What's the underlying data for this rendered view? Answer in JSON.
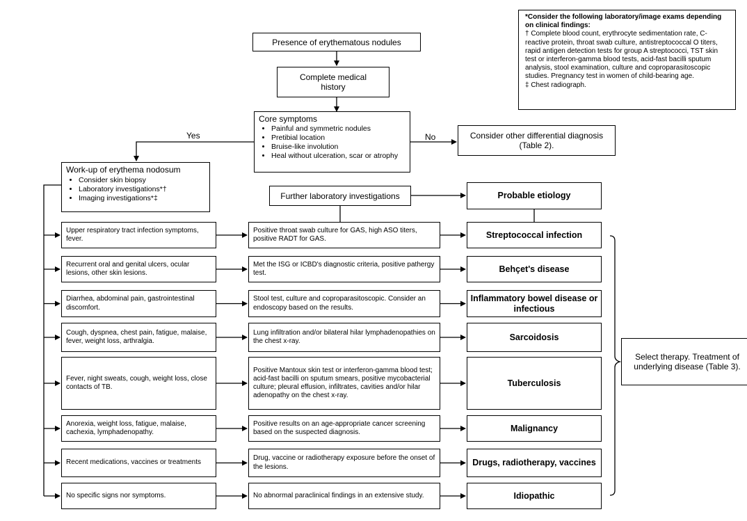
{
  "start": "Presence of erythematous nodules",
  "history": "Complete medical history",
  "core": {
    "title": "Core symptoms",
    "items": [
      "Painful and symmetric nodules",
      "Pretibial location",
      "Bruise-like involution",
      "Heal without ulceration, scar or atrophy"
    ]
  },
  "yes_label": "Yes",
  "no_label": "No",
  "differential": "Consider other differential diagnosis (Table 2).",
  "workup": {
    "title": "Work-up of erythema nodosum",
    "items": [
      "Consider skin biopsy",
      "Laboratory investigations*†",
      "Imaging investigations*‡"
    ]
  },
  "further": "Further laboratory investigations",
  "probable": "Probable etiology",
  "note": {
    "title": "*Consider the following laboratory/image exams depending on clinical findings:",
    "line1": "† Complete blood count, erythrocyte sedimentation rate, C-reactive protein, throat swab culture, antistreptococcal O titers, rapid antigen detection tests for group A streptococci, TST skin test or interferon-gamma blood tests, acid-fast bacilli sputum analysis, stool examination, culture and coproparasitoscopic studies. Pregnancy test in women of child-bearing age.",
    "line2": "‡ Chest radiograph."
  },
  "rows": [
    {
      "symptoms": "Upper respiratory tract infection symptoms, fever.",
      "investigation": "Positive throat swab culture for GAS, high ASO titers, positive RADT for GAS.",
      "etiology": "Streptococcal infection"
    },
    {
      "symptoms": "Recurrent oral and genital ulcers, ocular lesions, other skin lesions.",
      "investigation": "Met the ISG or ICBD's diagnostic criteria, positive pathergy test.",
      "etiology": "Behçet's disease"
    },
    {
      "symptoms": "Diarrhea, abdominal pain, gastrointestinal discomfort.",
      "investigation": "Stool test, culture and coproparasitoscopic. Consider an endoscopy based on the results.",
      "etiology": "Inflammatory bowel disease or infectious"
    },
    {
      "symptoms": "Cough, dyspnea, chest pain, fatigue, malaise, fever, weight loss, arthralgia.",
      "investigation": "Lung infiltration and/or bilateral hilar lymphadenopathies on the chest x-ray.",
      "etiology": "Sarcoidosis"
    },
    {
      "symptoms": "Fever, night sweats, cough, weight loss, close contacts of TB.",
      "investigation": "Positive Mantoux skin test or interferon-gamma blood test; acid-fast bacilli on sputum smears, positive mycobacterial culture; pleural effusion, infiltrates, cavities and/or hilar adenopathy on the chest x-ray.",
      "etiology": "Tuberculosis"
    },
    {
      "symptoms": "Anorexia, weight loss, fatigue, malaise, cachexia, lymphadenopathy.",
      "investigation": "Positive results on an age-appropriate cancer screening based on the suspected diagnosis.",
      "etiology": "Malignancy"
    },
    {
      "symptoms": "Recent medications, vaccines or treatments",
      "investigation": "Drug, vaccine or radiotherapy exposure before the onset of the lesions.",
      "etiology": "Drugs, radiotherapy, vaccines"
    },
    {
      "symptoms": "No specific signs nor symptoms.",
      "investigation": "No abnormal paraclinical findings in an extensive study.",
      "etiology": "Idiopathic"
    }
  ],
  "therapy": "Select therapy. Treatment of underlying disease (Table 3)."
}
